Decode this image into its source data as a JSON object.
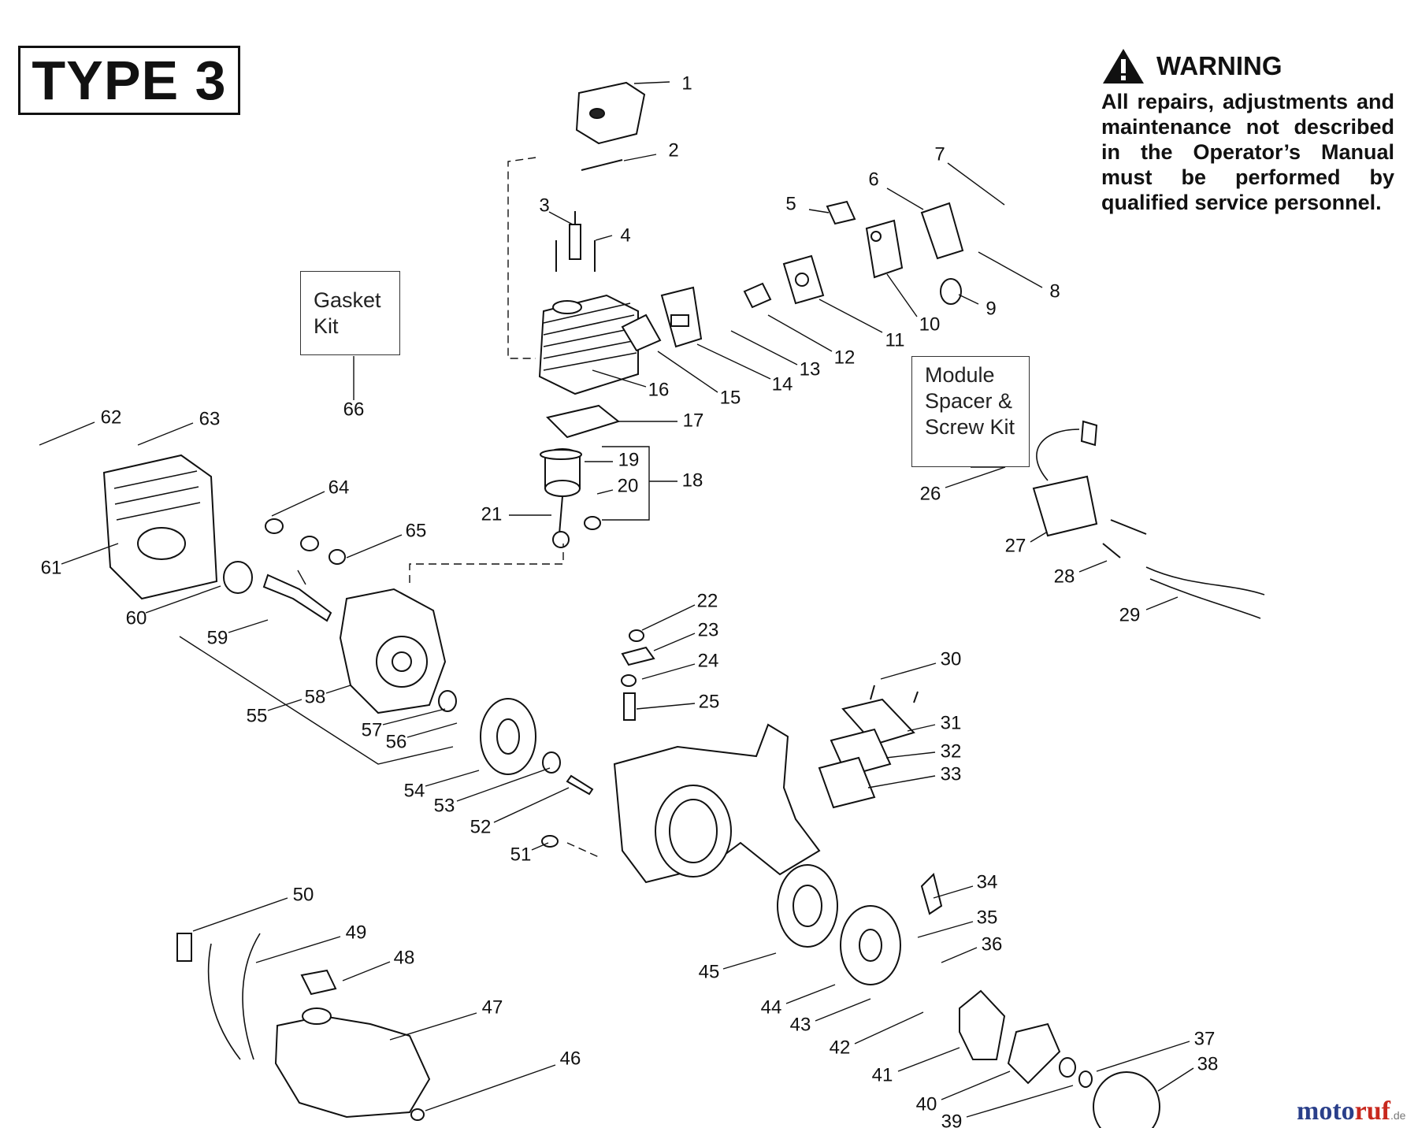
{
  "header": {
    "type_label": "TYPE 3"
  },
  "warning": {
    "title": "WARNING",
    "body": "All repairs, adjustments and maintenance not described in the Operator’s Manual must be performed by qualified service personnel."
  },
  "kits": {
    "gasket": "Gasket Kit",
    "module": "Module Spacer & Screw Kit"
  },
  "part_labels": [
    "1",
    "2",
    "3",
    "4",
    "5",
    "6",
    "7",
    "8",
    "9",
    "10",
    "11",
    "12",
    "13",
    "14",
    "15",
    "16",
    "17",
    "18",
    "19",
    "20",
    "21",
    "22",
    "23",
    "24",
    "25",
    "26",
    "27",
    "28",
    "29",
    "30",
    "31",
    "32",
    "33",
    "34",
    "35",
    "36",
    "37",
    "38",
    "39",
    "40",
    "41",
    "42",
    "43",
    "44",
    "45",
    "46",
    "47",
    "48",
    "49",
    "50",
    "51",
    "52",
    "53",
    "54",
    "55",
    "56",
    "57",
    "58",
    "59",
    "60",
    "61",
    "62",
    "63",
    "64",
    "65",
    "66"
  ],
  "watermark": {
    "brand_part1": "moto",
    "brand_part2": "ruf",
    "suffix": ".de",
    "color1": "#2a3f8a",
    "color2": "#c8281e"
  }
}
